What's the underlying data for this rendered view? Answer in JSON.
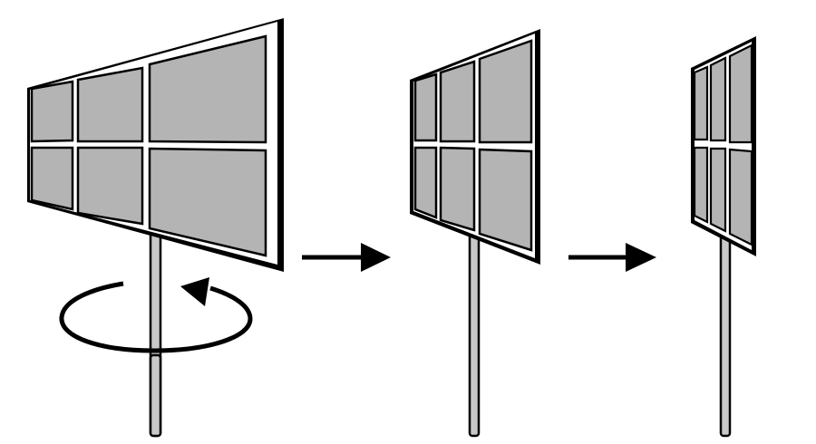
{
  "diagram": {
    "kind": "rotating-sign-sequence",
    "stages": [
      {
        "name": "sign-stage-1",
        "view": "turned-left",
        "panes": {
          "rows": 2,
          "cols": 3
        }
      },
      {
        "name": "sign-stage-2",
        "view": "turned-further",
        "panes": {
          "rows": 2,
          "cols": 3
        }
      },
      {
        "name": "sign-stage-3",
        "view": "nearly-edge-on",
        "panes": {
          "rows": 2,
          "cols": 3
        }
      }
    ],
    "arrows": [
      {
        "name": "transition-arrow-1",
        "from": "sign-stage-1",
        "to": "sign-stage-2"
      },
      {
        "name": "transition-arrow-2",
        "from": "sign-stage-2",
        "to": "sign-stage-3"
      }
    ],
    "rotation_indicator": {
      "name": "rotation-arrow-icon",
      "direction": "counterclockwise",
      "around": "sign-stage-1"
    },
    "colors": {
      "outline": "#000000",
      "frame_fill": "#ffffff",
      "pane_fill": "#b4b4b4",
      "pole_fill": "#c8c8c8"
    }
  }
}
